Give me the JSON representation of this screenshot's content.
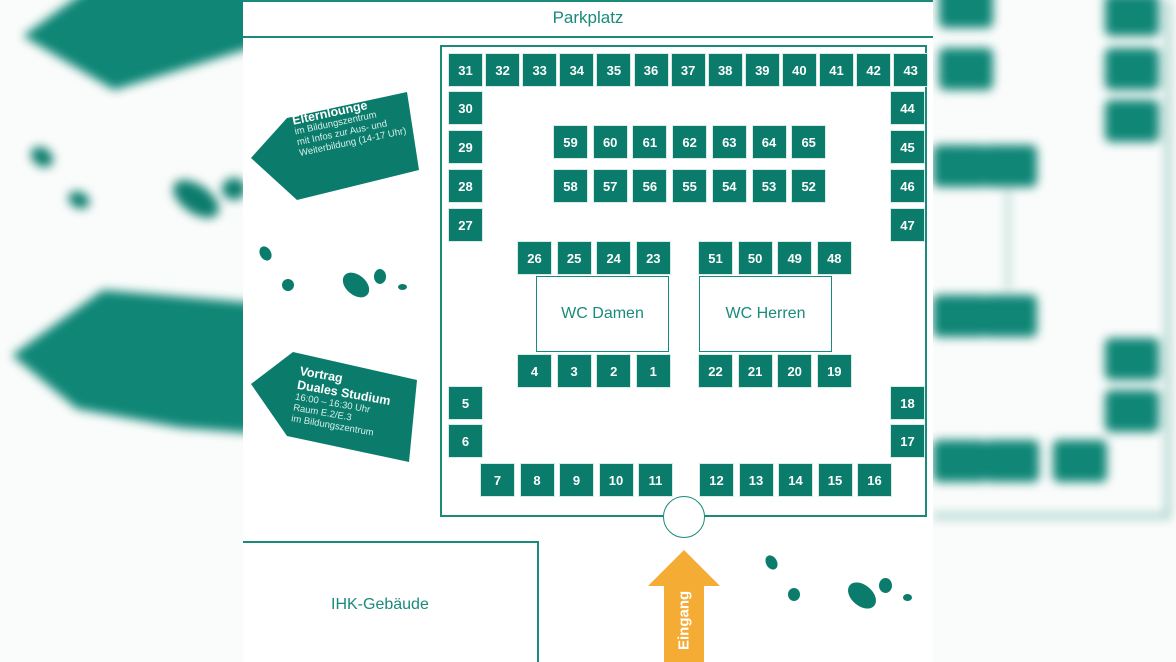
{
  "map": {
    "parking_label": "Parkplatz",
    "building_label": "IHK-Gebäude",
    "entrance_label": "Eingang",
    "colors": {
      "teal": "#0b7c6c",
      "line": "#1a8a7a",
      "entrance": "#f5ac35"
    },
    "restrooms": {
      "women": "WC Damen",
      "men": "WC Herren"
    },
    "signs": {
      "parents_lounge": {
        "title": "Elternlounge",
        "lines": [
          "im Bildungszentrum",
          "mit Infos zur Aus- und",
          "Weiterbildung (14-17 Uhr)"
        ]
      },
      "talk": {
        "title_1": "Vortrag",
        "title_2": "Duales Studium",
        "lines": [
          "16:00 – 16:30 Uhr",
          "Raum E.2/E.3",
          "im Bildungszentrum"
        ]
      }
    },
    "stands": {
      "top_row": [
        "31",
        "32",
        "33",
        "34",
        "35",
        "36",
        "37",
        "38",
        "39",
        "40",
        "41",
        "42",
        "43"
      ],
      "left_column_upper": [
        "30",
        "29",
        "28",
        "27"
      ],
      "right_column_upper": [
        "44",
        "45",
        "46",
        "47"
      ],
      "center_row_1": [
        "59",
        "60",
        "61",
        "62",
        "63",
        "64",
        "65"
      ],
      "center_row_2": [
        "58",
        "57",
        "56",
        "55",
        "54",
        "53",
        "52"
      ],
      "wc_women_top": [
        "26",
        "25",
        "24",
        "23"
      ],
      "wc_men_top": [
        "51",
        "50",
        "49",
        "48"
      ],
      "wc_women_bottom": [
        "4",
        "3",
        "2",
        "1"
      ],
      "wc_men_bottom": [
        "22",
        "21",
        "20",
        "19"
      ],
      "left_column_lower": [
        "5",
        "6"
      ],
      "right_column_lower": [
        "18",
        "17"
      ],
      "bottom_row_left": [
        "7",
        "8",
        "9",
        "10",
        "11"
      ],
      "bottom_row_right": [
        "12",
        "13",
        "14",
        "15",
        "16"
      ]
    }
  }
}
